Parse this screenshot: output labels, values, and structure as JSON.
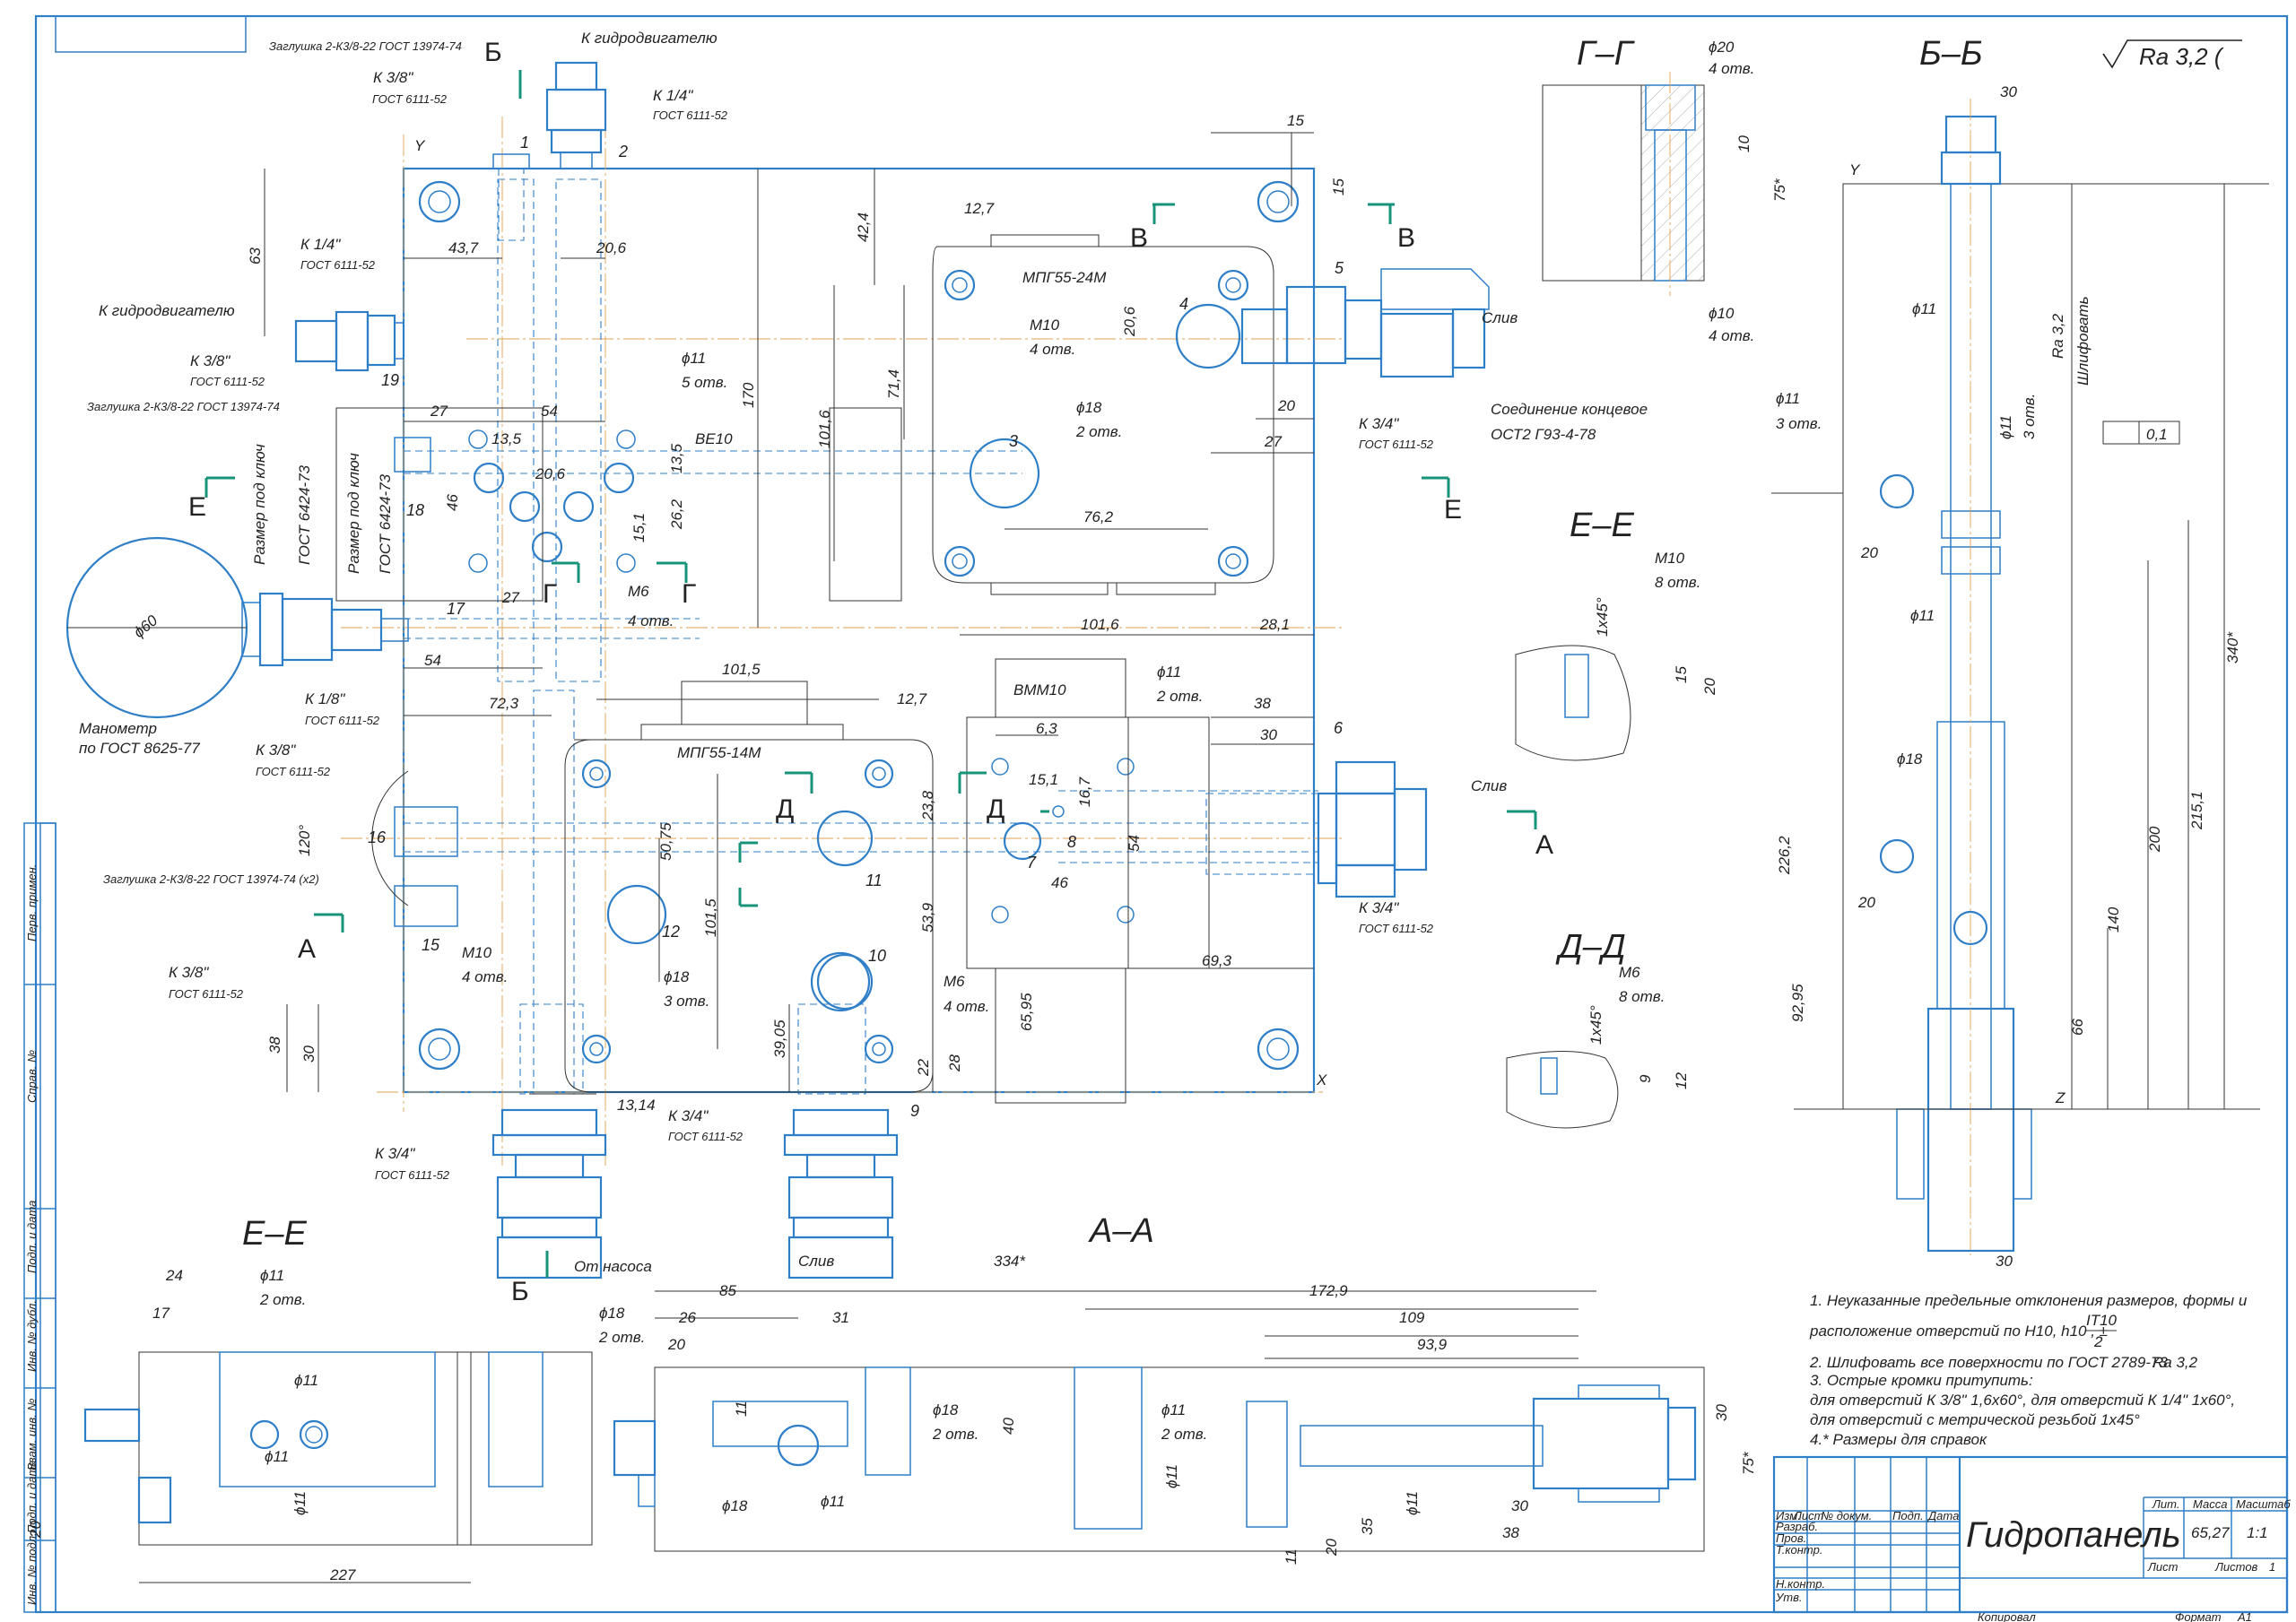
{
  "sections": {
    "gg": "Г–Г",
    "bb": "Б–Б",
    "ee": "Е–Е",
    "dd": "Д–Д",
    "aa": "А–А",
    "ee_bottom": "Е–Е"
  },
  "roughness": "Ra 3,2 (",
  "cut_letters": {
    "b": "Б",
    "v": "В",
    "e": "Е",
    "g": "Г",
    "d": "Д",
    "a": "А"
  },
  "labels": {
    "plug_top": "Заглушка 2-К3/8-22 ГОСТ 13974-74",
    "plug_mid": "Заглушка 2-К3/8-22 ГОСТ 13974-74",
    "plug_low": "Заглушка 2-К3/8-22 ГОСТ 13974-74 (х2)",
    "to_motor_top": "К гидродвигателю",
    "to_motor_left": "К гидродвигателю",
    "k38": "К 3/8\"",
    "k14": "К 1/4\"",
    "k34": "К 3/4\"",
    "k18": "К 1/8\"",
    "gost6111": "ГОСТ 6111-52",
    "drain": "Слив",
    "joint": "Соединение концевое",
    "joint_gost": "ОСТ2 Г93-4-78",
    "mpg24": "МПГ55-24М",
    "mpg14": "МПГ55-14М",
    "ve10": "ВЕ10",
    "vmm10": "ВММ10",
    "m10": "М10",
    "m6": "М6",
    "holes4": "4 отв.",
    "holes2": "2 отв.",
    "holes3": "3 отв.",
    "holes5": "5 отв.",
    "holes8": "8 отв.",
    "wrench1": "Размер под ключ",
    "wrench1b": "ГОСТ 6424-73",
    "wrench2": "Размер под ключ",
    "wrench2b": "ГОСТ 6424-73",
    "gauge": "Манометр",
    "gauge_gost": "по ГОСТ 8625-77",
    "from_pump": "От насоса",
    "grind": "Шлифовать",
    "ra32": "Ra 3,2",
    "flat": "0,1",
    "x": "X",
    "y": "Y",
    "z": "Z"
  },
  "dims": {
    "d437": "43,7",
    "d206": "20,6",
    "d63": "63",
    "d424": "42,4",
    "d127": "12,7",
    "d15": "15",
    "d54": "54",
    "d27": "27",
    "d135": "13,5",
    "d46": "46",
    "d151": "15,1",
    "d262": "26,2",
    "d170": "170",
    "d1016": "101,6",
    "d714": "71,4",
    "d762": "76,2",
    "d281": "28,1",
    "d20": "20",
    "d723": "72,3",
    "d1015": "101,5",
    "d38": "38",
    "d30": "30",
    "d63b": "6,3",
    "d167": "16,7",
    "d5075": "50,75",
    "d1015b": "101,5",
    "d539": "53,9",
    "d238": "23,8",
    "d693": "69,3",
    "d6595": "65,95",
    "d3905": "39,05",
    "d22": "22",
    "d28": "28",
    "d1314": "13,14",
    "p11": "ϕ11",
    "p18": "ϕ18",
    "p20": "ϕ20",
    "p10": "ϕ10",
    "p60": "ϕ60",
    "d120": "120°",
    "d10": "10",
    "d75": "75*",
    "d145": "1x45°",
    "d9": "9",
    "d12": "12",
    "d2262": "226,2",
    "d9295": "92,95",
    "d66": "66",
    "d140": "140",
    "d200": "200",
    "d2151": "215,1",
    "d340": "340*",
    "d3": "3",
    "d334": "334*",
    "d85": "85",
    "d1729": "172,9",
    "d26": "26",
    "d31": "31",
    "d109": "109",
    "d939": "93,9",
    "d40": "40",
    "d11": "11",
    "d35": "35",
    "d24": "24",
    "d17": "17",
    "d227": "227"
  },
  "notes": [
    "1. Неуказанные предельные отклонения размеров, формы и",
    "расположение отверстий по Н10,  h10 ,  ±",
    "2. Шлифовать все поверхности по ГОСТ 2789-73",
    "3. Острые кромки притупить:",
    "для отверстий К 3/8\" 1,6х60°, для отверстий К 1/4\" 1х60°,",
    "для отверстий с метрической резьбой 1х45°",
    "4.* Размеры для справок"
  ],
  "it10": "IT10",
  "it10_2": "2",
  "title_block": {
    "name": "Гидропанель",
    "lit": "Лит.",
    "mass": "Масса",
    "scale": "Масштаб",
    "mass_val": "65,27",
    "scale_val": "1:1",
    "sheet": "Лист",
    "sheets": "Листов",
    "sheets_val": "1",
    "rows": [
      "Изм.",
      "Лист",
      "№ докум.",
      "Подп.",
      "Дата"
    ],
    "roles": [
      "Разраб.",
      "Пров.",
      "Т.контр.",
      "",
      "Н.контр.",
      "Утв."
    ],
    "copied": "Копировал",
    "format": "Формат",
    "format_val": "А1"
  },
  "side_stamps": [
    "Перв. примен.",
    "Справ. №",
    "Подп. и дата",
    "Инв. № дубл.",
    "Взам. инв. №",
    "Подп. и дата",
    "Инв. № подл."
  ],
  "numbers": [
    "1",
    "2",
    "3",
    "4",
    "5",
    "6",
    "7",
    "8",
    "9",
    "10",
    "11",
    "12",
    "15",
    "16",
    "17",
    "18",
    "19"
  ]
}
